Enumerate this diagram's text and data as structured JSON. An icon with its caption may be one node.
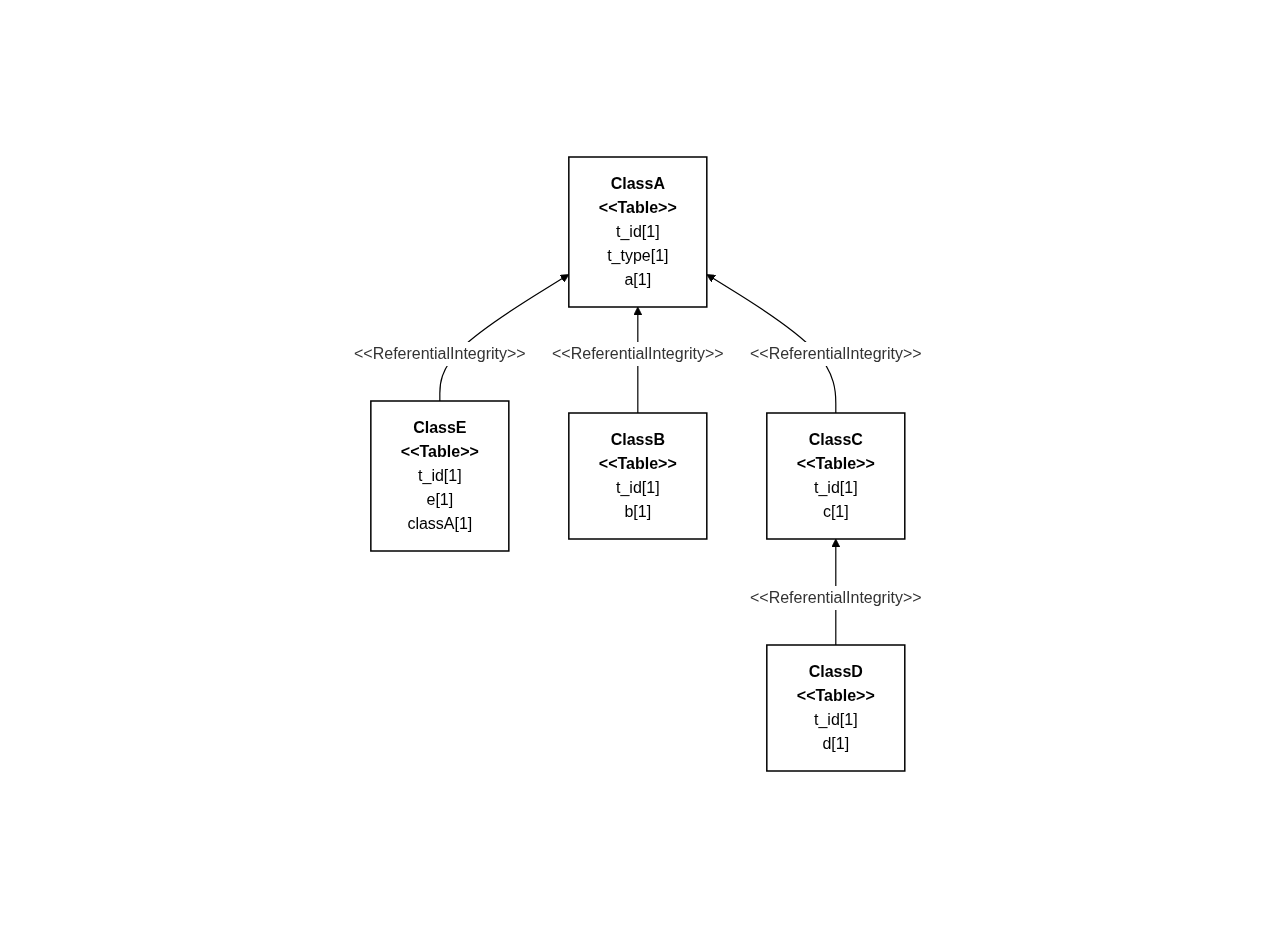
{
  "diagram": {
    "nodes": [
      {
        "text": [
          "ClassA",
          "<<Table>>",
          "t_id[1]",
          "t_type[1]",
          "a[1]"
        ]
      },
      {
        "text": [
          "ClassE",
          "<<Table>>",
          "t_id[1]",
          "e[1]",
          "classA[1]"
        ]
      },
      {
        "text": [
          "ClassB",
          "<<Table>>",
          "t_id[1]",
          "b[1]"
        ]
      },
      {
        "text": [
          "ClassC",
          "<<Table>>",
          "t_id[1]",
          "c[1]"
        ]
      },
      {
        "text": [
          "ClassD",
          "<<Table>>",
          "t_id[1]",
          "d[1]"
        ]
      }
    ],
    "edges": [
      {
        "from": 1,
        "to": 0,
        "arrow": "to",
        "label": "<<ReferentialIntegrity>>"
      },
      {
        "from": 2,
        "to": 0,
        "arrow": "to",
        "label": "<<ReferentialIntegrity>>"
      },
      {
        "from": 3,
        "to": 0,
        "arrow": "to",
        "label": "<<ReferentialIntegrity>>"
      },
      {
        "from": 4,
        "to": 3,
        "arrow": "to",
        "label": "<<ReferentialIntegrity>>"
      }
    ]
  }
}
